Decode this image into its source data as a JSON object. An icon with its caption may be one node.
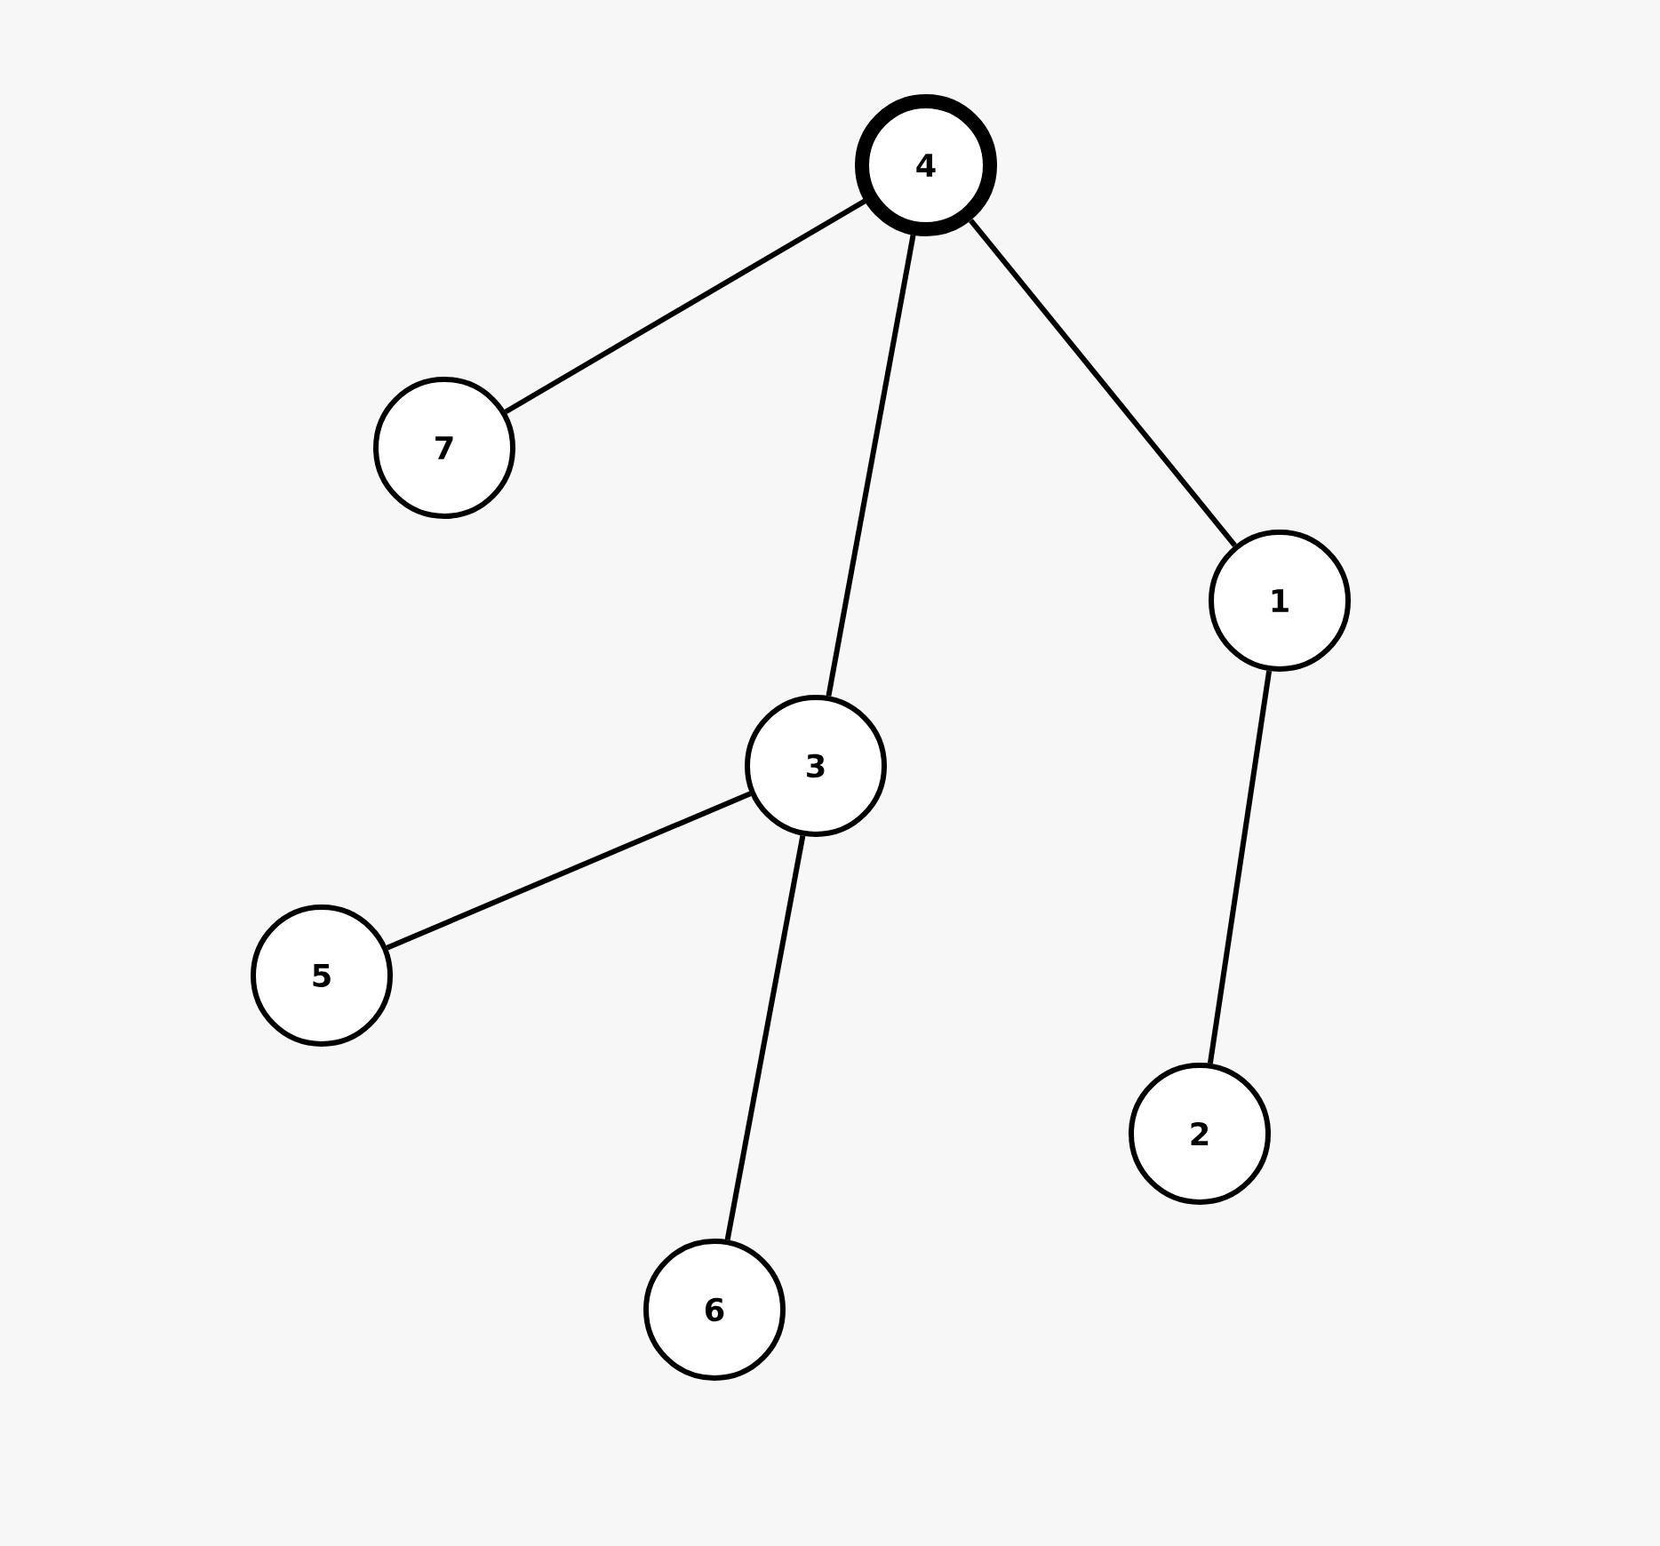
{
  "diagram": {
    "nodes": [
      {
        "text": [
          "4"
        ]
      },
      {
        "text": [
          "7"
        ]
      },
      {
        "text": [
          "1"
        ]
      },
      {
        "text": [
          "3"
        ]
      },
      {
        "text": [
          "5"
        ]
      },
      {
        "text": [
          "2"
        ]
      },
      {
        "text": [
          "6"
        ]
      }
    ],
    "edges": [
      {
        "from": 0,
        "to": 1,
        "arrow": "none"
      },
      {
        "from": 0,
        "to": 3,
        "arrow": "none"
      },
      {
        "from": 0,
        "to": 2,
        "arrow": "none"
      },
      {
        "from": 3,
        "to": 4,
        "arrow": "none"
      },
      {
        "from": 3,
        "to": 6,
        "arrow": "none"
      },
      {
        "from": 2,
        "to": 5,
        "arrow": "none"
      }
    ]
  }
}
